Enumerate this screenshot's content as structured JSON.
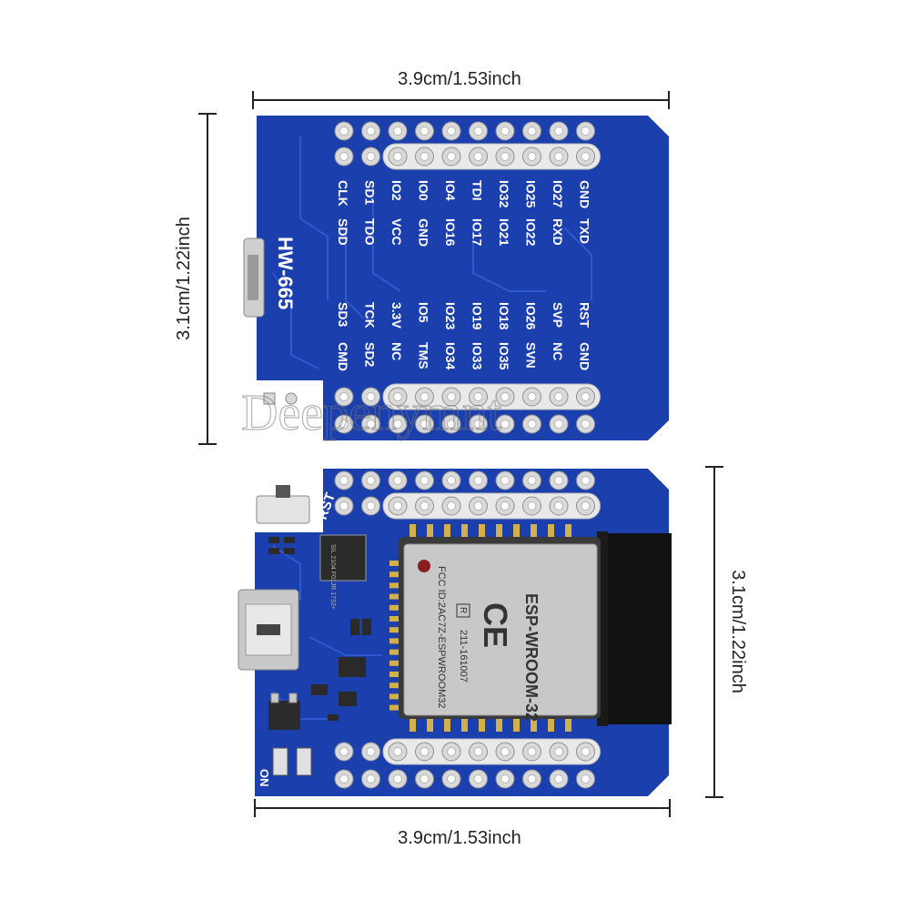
{
  "board_model": "HW-665",
  "watermark": "Deepenymnt",
  "dimensions": {
    "top_width": "3.9cm/1.53inch",
    "top_height": "3.1cm/1.22inch",
    "bottom_width": "3.9cm/1.53inch",
    "bottom_height": "3.1cm/1.22inch"
  },
  "back_labels": {
    "row1": [
      "CLK",
      "SD1",
      "IO2",
      "IO0",
      "IO4",
      "TDI",
      "IO32",
      "IO25",
      "IO27",
      "GND"
    ],
    "row2": [
      "SDD",
      "TDO",
      "VCC",
      "GND",
      "IO16",
      "IO17",
      "IO21",
      "IO22",
      "RXD",
      "TXD"
    ],
    "row3": [
      "SD3",
      "TCK",
      "3.3V",
      "IO5",
      "IO23",
      "IO19",
      "IO18",
      "IO26",
      "SVP",
      "RST"
    ],
    "row4": [
      "CMD",
      "SD2",
      "NC",
      "TMS",
      "IO34",
      "IO33",
      "IO35",
      "SVN",
      "NC",
      "GND"
    ]
  },
  "front": {
    "rst_label": "RST",
    "on_label": "ON",
    "module_name": "ESP-WROOM-32",
    "fcc_id": "FCC ID:2AC7Z-ESPWROOM32",
    "cert_number": "211-161007",
    "r_mark": "R",
    "ce_mark": "CE",
    "usb_chip_text": "SIL 2104 F01JR 1732+"
  },
  "colors": {
    "pcb": "#1c3fae",
    "pad": "#d9d9d9",
    "shield": "#c8c8c8"
  }
}
